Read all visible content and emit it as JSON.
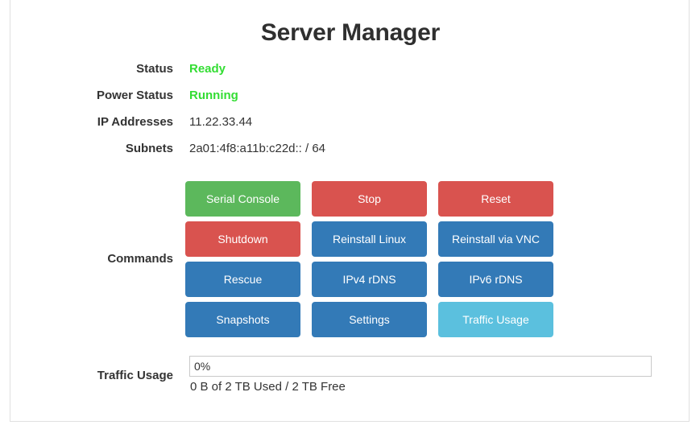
{
  "page": {
    "title": "Server Manager"
  },
  "info_rows": [
    {
      "label": "Status",
      "value": "Ready",
      "style": "green"
    },
    {
      "label": "Power Status",
      "value": "Running",
      "style": "green"
    },
    {
      "label": "IP Addresses",
      "value": "11.22.33.44",
      "style": "plain"
    },
    {
      "label": "Subnets",
      "value": "2a01:4f8:a11b:c22d:: / 64",
      "style": "plain"
    }
  ],
  "commands": {
    "label": "Commands",
    "buttons": [
      {
        "label": "Serial Console",
        "variant": "success"
      },
      {
        "label": "Stop",
        "variant": "danger"
      },
      {
        "label": "Reset",
        "variant": "danger"
      },
      {
        "label": "Shutdown",
        "variant": "danger"
      },
      {
        "label": "Reinstall Linux",
        "variant": "primary"
      },
      {
        "label": "Reinstall via VNC",
        "variant": "primary"
      },
      {
        "label": "Rescue",
        "variant": "primary"
      },
      {
        "label": "IPv4 rDNS",
        "variant": "primary"
      },
      {
        "label": "IPv6 rDNS",
        "variant": "primary"
      },
      {
        "label": "Snapshots",
        "variant": "primary"
      },
      {
        "label": "Settings",
        "variant": "primary"
      },
      {
        "label": "Traffic Usage",
        "variant": "info"
      }
    ]
  },
  "traffic": {
    "label": "Traffic Usage",
    "percent_text": "0%",
    "percent_value": 0,
    "detail": "0 B of 2 TB Used / 2 TB Free"
  },
  "colors": {
    "success": "#5cb85c",
    "danger": "#d9534f",
    "primary": "#337ab7",
    "info": "#5bc0de",
    "status_green": "#33dd33",
    "title": "#2f2f2f"
  }
}
